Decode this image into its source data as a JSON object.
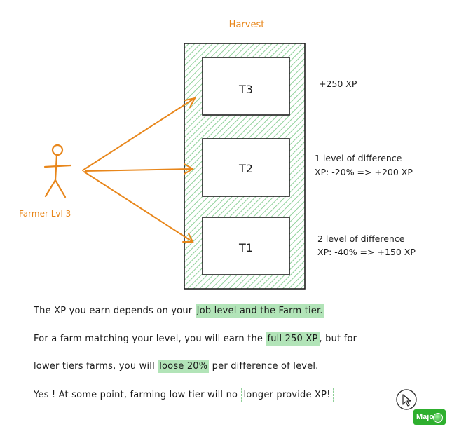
{
  "diagram": {
    "title": "Harvest",
    "farmer_label": "Farmer Lvl 3",
    "tiers": [
      {
        "label": "T3",
        "note_lines": [
          "+250 XP"
        ]
      },
      {
        "label": "T2",
        "note_lines": [
          "1 level of difference",
          "XP: -20% => +200 XP"
        ]
      },
      {
        "label": "T1",
        "note_lines": [
          "2 level of difference",
          "XP: -40% => +150 XP"
        ]
      }
    ],
    "colors": {
      "orange": "#e8861a",
      "green": "#8fd19a",
      "ink": "#1e1e1e"
    }
  },
  "text": {
    "line1": {
      "before": "The XP you earn depends on your ",
      "highlight": "Job level and the Farm tier."
    },
    "line2": {
      "before": "For a farm matching your level, you will earn the ",
      "highlight": "full 250 XP",
      "after": ", but for"
    },
    "line3": {
      "before": "lower tiers farms, you will ",
      "highlight": "loose 20%",
      "after": " per difference of level."
    },
    "line4": {
      "before": "Yes ! At some point, farming low tier will no ",
      "highlight": "longer provide XP!"
    }
  },
  "badge": {
    "label": "Major"
  }
}
